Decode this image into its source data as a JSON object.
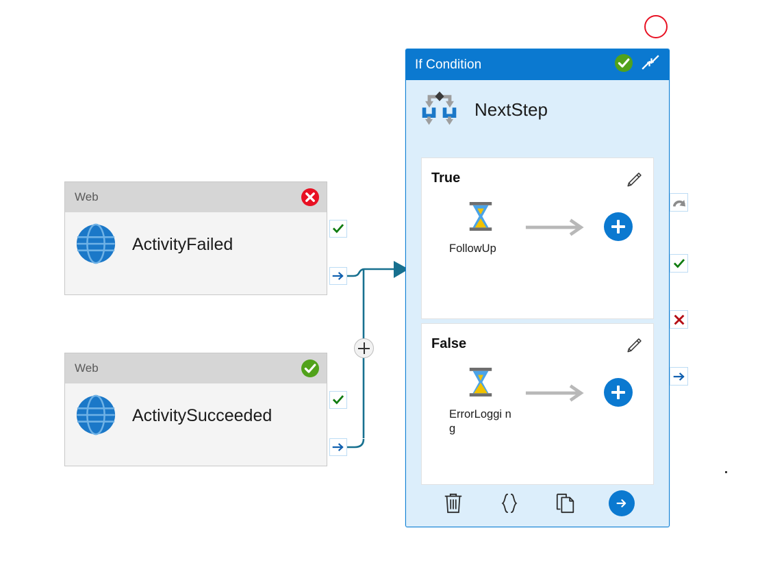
{
  "workflow": {
    "canvas_background": "#ffffff",
    "accent_blue": "#0b79d0",
    "wire_color": "#17708f",
    "success_green": "#51a21b",
    "error_red": "#e81123"
  },
  "activities": [
    {
      "type_label": "Web",
      "name": "ActivityFailed",
      "status": "failed",
      "status_icon": "error-circle-icon",
      "type_icon": "globe-icon",
      "ports": [
        {
          "icon": "check-icon",
          "name": "port-success"
        },
        {
          "icon": "arrow-right-icon",
          "name": "port-next"
        }
      ]
    },
    {
      "type_label": "Web",
      "name": "ActivitySucceeded",
      "status": "succeeded",
      "status_icon": "success-circle-icon",
      "type_icon": "globe-icon",
      "ports": [
        {
          "icon": "check-icon",
          "name": "port-success"
        },
        {
          "icon": "arrow-right-icon",
          "name": "port-next"
        }
      ]
    }
  ],
  "condition_panel": {
    "header_title": "If Condition",
    "header_status_icon": "success-circle-icon",
    "header_collapse_icon": "collapse-diagonal-icon",
    "activity_name": "NextStep",
    "activity_icon": "branch-icon",
    "branches": [
      {
        "label": "True",
        "edit_icon": "pencil-icon",
        "step_name": "FollowUp",
        "step_icon": "hourglass-icon",
        "connector_icon": "arrow-right-icon",
        "add_label": "+",
        "add_icon": "plus-circle-icon"
      },
      {
        "label": "False",
        "edit_icon": "pencil-icon",
        "step_name": "ErrorLoggi\nng",
        "step_icon": "hourglass-icon",
        "connector_icon": "arrow-right-icon",
        "add_label": "+",
        "add_icon": "plus-circle-icon"
      }
    ],
    "toolbar": [
      {
        "name": "delete-button",
        "icon": "trash-icon"
      },
      {
        "name": "code-button",
        "icon": "braces-icon"
      },
      {
        "name": "duplicate-button",
        "icon": "copy-icon"
      },
      {
        "name": "run-button",
        "icon": "arrow-right-circle-icon"
      }
    ],
    "side_ports": [
      {
        "name": "port-retry",
        "icon": "retry-arrow-icon"
      },
      {
        "name": "port-success",
        "icon": "check-icon"
      },
      {
        "name": "port-failure",
        "icon": "cross-icon"
      },
      {
        "name": "port-next",
        "icon": "arrow-right-icon"
      }
    ]
  },
  "junction": {
    "name": "add-connector-junction",
    "icon": "plus-icon"
  },
  "selection_marker": {
    "name": "red-circle-marker",
    "color": "#e81123"
  }
}
